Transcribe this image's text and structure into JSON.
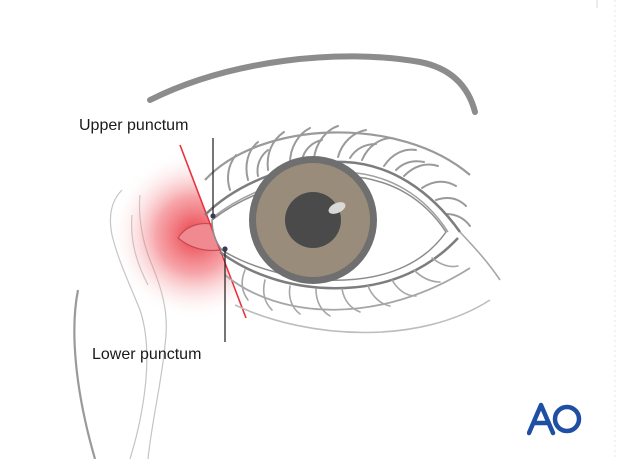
{
  "labels": {
    "upper_punctum": "Upper punctum",
    "lower_punctum": "Lower punctum"
  },
  "logo": {
    "text": "AO",
    "color": "#1e4fa3"
  },
  "colors": {
    "outline": "#8c8c8c",
    "outline_light": "#bdbdbd",
    "iris": "#9a8c7a",
    "iris_ring": "#6f6f6f",
    "pupil": "#4a4a4a",
    "highlight_red": "#e8323c",
    "leader_line": "#1a1a1a"
  }
}
